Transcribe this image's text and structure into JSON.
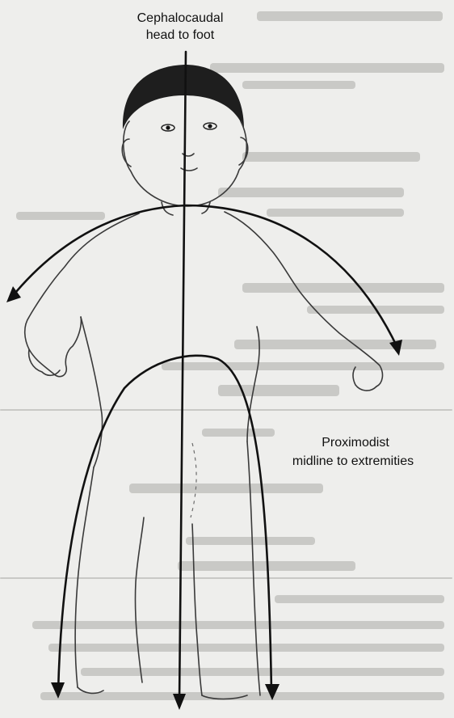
{
  "labels": {
    "cephalocaudal_title": "Cephalocaudal",
    "cephalocaudal_subtitle": "head to foot",
    "proximodistal_title": "Proximodist",
    "proximodistal_subtitle": "midline to extremities"
  }
}
